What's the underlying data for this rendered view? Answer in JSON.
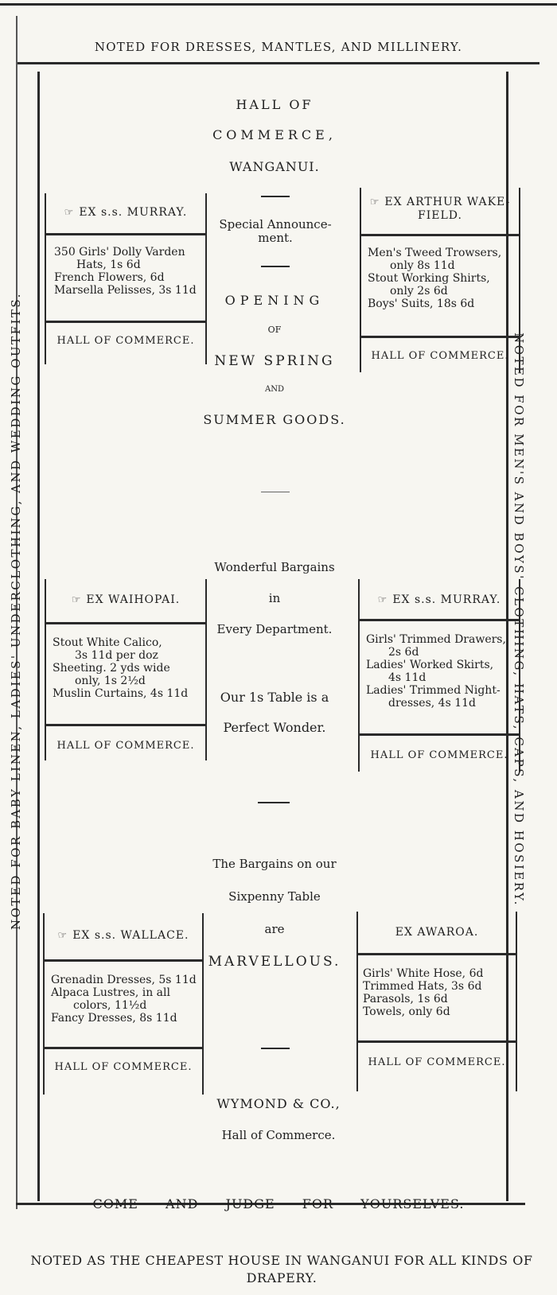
{
  "top_banner": "NOTED FOR DRESSES, MANTLES, AND MILLINERY.",
  "left_side": "NOTED FOR BABY LINEN, LADIES' UNDERCLOTHING, AND WEDDING OUTFITS.",
  "right_side": "NOTED FOR MEN'S AND BOYS' CLOTHING, HATS, CAPS, AND HOSIERY.",
  "bottom_banner": "NOTED AS THE CHEAPEST HOUSE IN WANGANUI FOR ALL KINDS OF DRAPERY.",
  "center": {
    "title_1": "HALL OF",
    "title_2": "COMMERCE,",
    "title_3": "WANGANUI.",
    "special_1": "Special Announce-",
    "special_2": "ment.",
    "opening": "OPENING",
    "of": "OF",
    "new_spring": "NEW SPRING",
    "and": "AND",
    "summer": "SUMMER GOODS.",
    "wonderful_1": "Wonderful Bargains",
    "wonderful_2": "in",
    "wonderful_3": "Every Department.",
    "table_1": "Our 1s Table is a",
    "table_2": "Perfect Wonder.",
    "bargains_1": "The Bargains on our",
    "bargains_2": "Sixpenny Table",
    "bargains_3": "are",
    "bargains_4": "MARVELLOUS.",
    "firm": "WYMOND & CO.,",
    "firm_place": "Hall of Commerce.",
    "come": "COME AND JUDGE FOR YOURSELVES."
  },
  "hand_icon": "pointing-hand-icon",
  "boxes": {
    "murray_1": {
      "header": "EX s.s. MURRAY.",
      "lines": [
        "350 Girls' Dolly Varden",
        "Hats, 1s 6d",
        "French Flowers, 6d",
        "Marsella Pelisses, 3s 11d"
      ],
      "footer": "HALL OF COMMERCE."
    },
    "arthur": {
      "header_1": "EX ARTHUR WAKE-",
      "header_2": "FIELD.",
      "lines": [
        "Men's Tweed Trowsers,",
        "only 8s 11d",
        "Stout Working Shirts,",
        "only 2s 6d",
        "Boys' Suits, 18s 6d"
      ],
      "footer": "HALL OF COMMERCE."
    },
    "waihopai": {
      "header": "EX WAIHOPAI.",
      "lines": [
        "Stout White Calico,",
        "3s 11d per doz",
        "Sheeting. 2 yds wide",
        "only, 1s 2½d",
        "Muslin Curtains, 4s 11d"
      ],
      "footer": "HALL OF COMMERCE."
    },
    "murray_2": {
      "header": "EX s.s. MURRAY.",
      "lines": [
        "Girls' Trimmed Drawers,",
        "2s 6d",
        "Ladies' Worked Skirts,",
        "4s 11d",
        "Ladies' Trimmed Night-",
        "dresses, 4s 11d"
      ],
      "footer": "HALL OF COMMERCE."
    },
    "wallace": {
      "header": "EX s.s. WALLACE.",
      "lines": [
        "Grenadin Dresses, 5s 11d",
        "Alpaca Lustres, in all",
        "colors, 11½d",
        "Fancy Dresses, 8s 11d"
      ],
      "footer": "HALL OF COMMERCE."
    },
    "awaroa": {
      "header": "EX AWAROA.",
      "lines": [
        "Girls' White Hose, 6d",
        "Trimmed Hats, 3s 6d",
        "Parasols, 1s 6d",
        "Towels, only 6d"
      ],
      "footer": "HALL OF COMMERCE."
    }
  }
}
